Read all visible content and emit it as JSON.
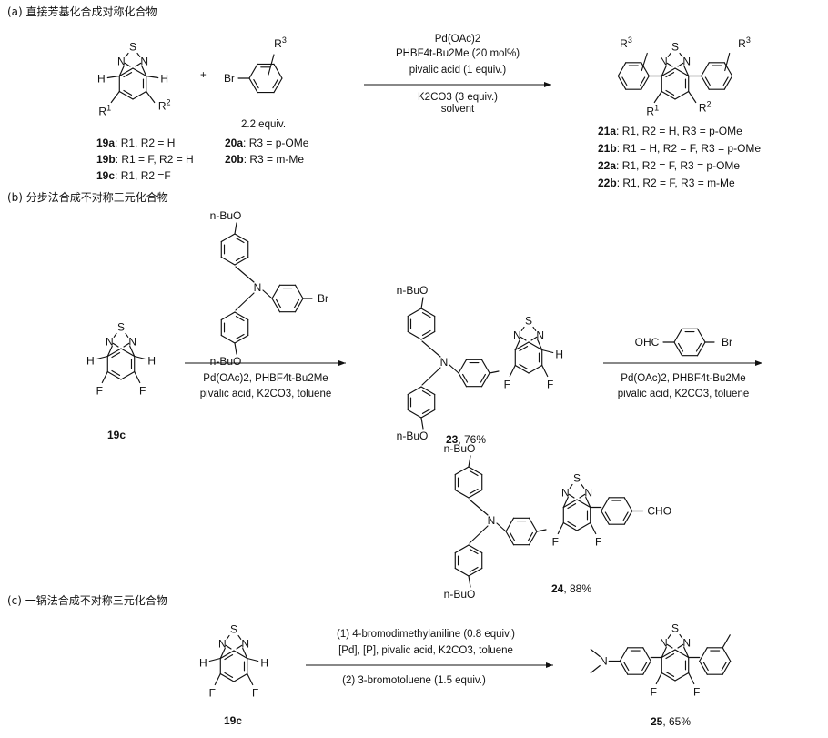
{
  "sections": {
    "a": {
      "header": "(a) 直接芳基化合成对称化合物",
      "plus": "+",
      "equiv": "2.2 equiv.",
      "conditions_above": [
        "Pd(OAc)2",
        "PHBF4t-Bu2Me (20 mol%)",
        "pivalic acid (1 equiv.)"
      ],
      "conditions_below": [
        "K2CO3 (3 equiv.)",
        "solvent"
      ],
      "substrates": [
        {
          "id": "19a",
          "desc": ": R1, R2 = H"
        },
        {
          "id": "19b",
          "desc": ": R1 = F, R2 = H"
        },
        {
          "id": "19c",
          "desc": ": R1, R2 =F"
        }
      ],
      "reagents": [
        {
          "id": "20a",
          "desc": ": R3 = p-OMe"
        },
        {
          "id": "20b",
          "desc": ": R3 = m-Me"
        }
      ],
      "products": [
        {
          "id": "21a",
          "desc": ": R1, R2 = H, R3 = p-OMe"
        },
        {
          "id": "21b",
          "desc": ": R1 = H, R2 = F, R3 = p-OMe"
        },
        {
          "id": "22a",
          "desc": ": R1, R2 = F, R3 = p-OMe"
        },
        {
          "id": "22b",
          "desc": ": R1, R2 = F, R3 = m-Me"
        }
      ]
    },
    "b": {
      "header": "(b) 分步法合成不对称三元化合物",
      "conditions1": [
        "Pd(OAc)2, PHBF4t-Bu2Me",
        "pivalic acid, K2CO3, toluene"
      ],
      "conditions2": [
        "Pd(OAc)2, PHBF4t-Bu2Me",
        "pivalic acid, K2CO3, toluene"
      ],
      "start_label": "19c",
      "intermediate": {
        "id": "23",
        "yield": ", 76%"
      },
      "final": {
        "id": "24",
        "yield": ", 88%"
      }
    },
    "c": {
      "header": "(c) 一锅法合成不对称三元化合物",
      "conditions_above": [
        "(1) 4-bromodimethylaniline (0.8 equiv.)",
        "[Pd], [P], pivalic acid, K2CO3, toluene"
      ],
      "conditions_below": [
        "(2) 3-bromotoluene (1.5 equiv.)"
      ],
      "start_label": "19c",
      "product": {
        "id": "25",
        "yield": ", 65%"
      }
    }
  },
  "atoms": {
    "S": "S",
    "N": "N",
    "H": "H",
    "F": "F",
    "Br": "Br",
    "R": "R",
    "nBuO": "n-BuO",
    "OHC": "OHC",
    "CHO": "CHO",
    "r1": "1",
    "r2": "2",
    "r3": "3"
  }
}
